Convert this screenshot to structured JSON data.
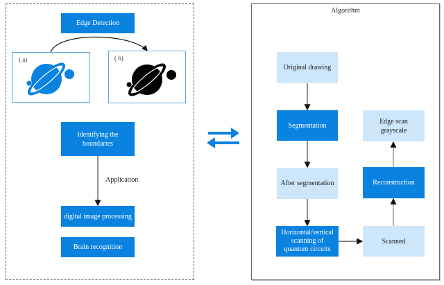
{
  "left_panel": {
    "edge_detection": "Edge Detection",
    "image_a_label": "( a)",
    "image_b_label": "( b)",
    "identifying": "Identifying the boundaries",
    "application_label": "Application",
    "digital_processing": "digital image processing",
    "brain_recognition": "Brain recognition"
  },
  "right_panel": {
    "title": "Algorithm",
    "original_drawing": "Original drawing",
    "segmentation": "Segmentation",
    "after_segmentation": "After segmentation",
    "horizontal_scanning": "Horizontal/vertical scanning of quantum circuits",
    "scanned": "Scanned",
    "reconstruction": "Reconstruction",
    "edge_scan_grayscale": "Edge scan grayscale"
  },
  "colors": {
    "primary_blue": "#0a82e0",
    "light_blue": "#cde6f9",
    "planet_color_a": "#0a82e0",
    "planet_color_b": "#000000"
  }
}
